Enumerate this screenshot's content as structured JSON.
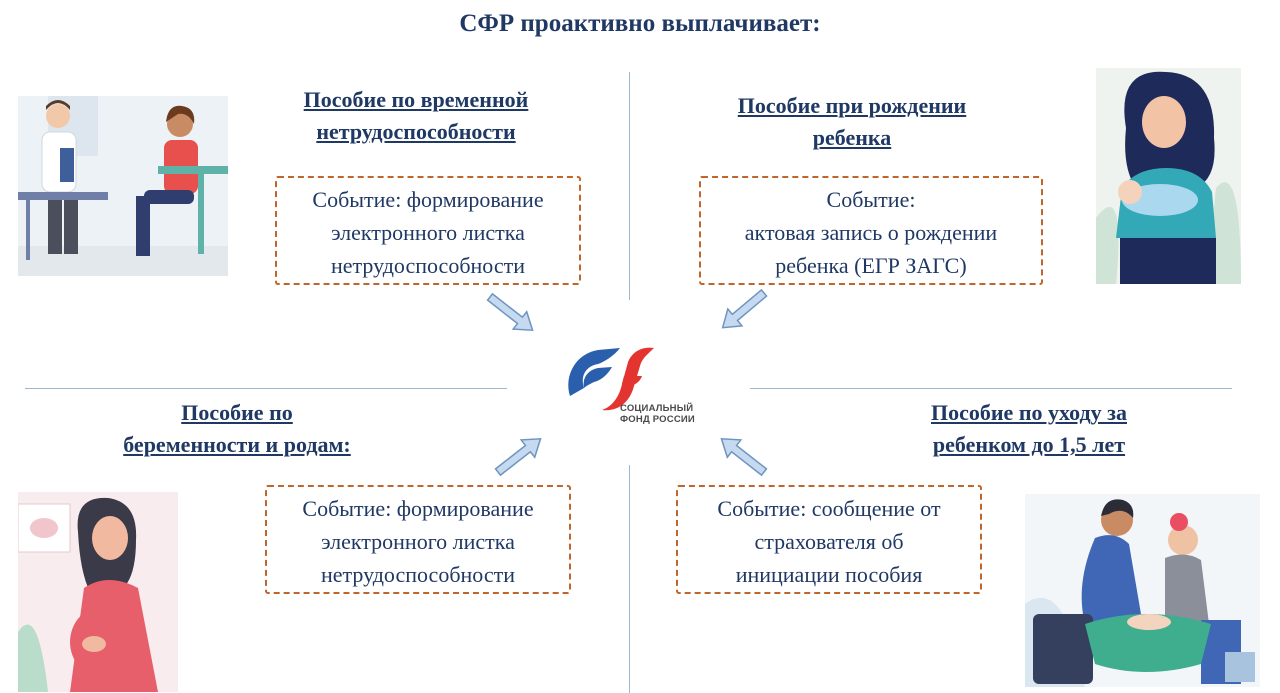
{
  "title": "СФР проактивно выплачивает:",
  "logo": {
    "line1": "СОЦИАЛЬНЫЙ",
    "line2": "ФОНД РОССИИ",
    "colors": {
      "blue": "#2a5fae",
      "red": "#e3342f"
    }
  },
  "benefits": [
    {
      "name_line1": "Пособие по временной",
      "name_line2": "нетрудоспособности",
      "event_lines": [
        "Событие: формирование",
        "электронного листка",
        "нетрудоспособности"
      ]
    },
    {
      "name_line1": "Пособие при рождении",
      "name_line2": "ребенка",
      "event_lines": [
        "Событие:",
        "актовая запись о рождении",
        "ребенка (ЕГР ЗАГС)"
      ]
    },
    {
      "name_line1": "Пособие по",
      "name_line2": "беременности и родам:",
      "event_lines": [
        "Событие: формирование",
        "электронного листка",
        "нетрудоспособности"
      ]
    },
    {
      "name_line1": "Пособие по уходу за",
      "name_line2": "ребенком до 1,5 лет",
      "event_lines": [
        "Событие: сообщение от",
        "страхователя об",
        "инициации пособия"
      ]
    }
  ],
  "colors": {
    "text": "#1f3864",
    "dashed_border": "#c0652b",
    "divider": "#9eb7d1",
    "arrow_fill": "#c5daf0",
    "arrow_stroke": "#6f95bf"
  },
  "illustrations": [
    "doctor-patient-illustration",
    "mother-with-newborn-illustration",
    "pregnant-woman-illustration",
    "parents-bathing-baby-illustration"
  ]
}
